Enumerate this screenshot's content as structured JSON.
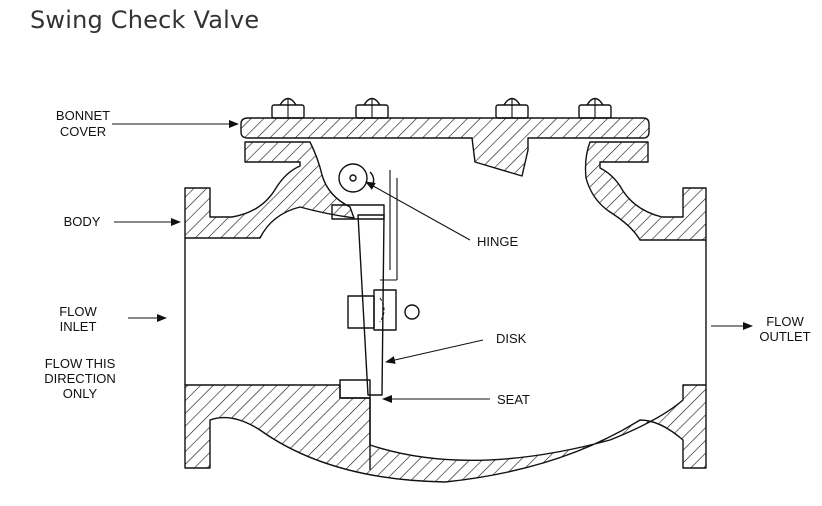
{
  "title": "Swing Check Valve",
  "labels": {
    "bonnet_cover": [
      "BONNET",
      "COVER"
    ],
    "body": "BODY",
    "flow_inlet": [
      "FLOW",
      "INLET"
    ],
    "flow_direction": [
      "FLOW THIS",
      "DIRECTION",
      "ONLY"
    ],
    "hinge": "HINGE",
    "disk": "DISK",
    "seat": "SEAT",
    "flow_outlet": [
      "FLOW",
      "OUTLET"
    ]
  },
  "colors": {
    "title": "#333333",
    "line": "#111111",
    "background": "#ffffff"
  }
}
